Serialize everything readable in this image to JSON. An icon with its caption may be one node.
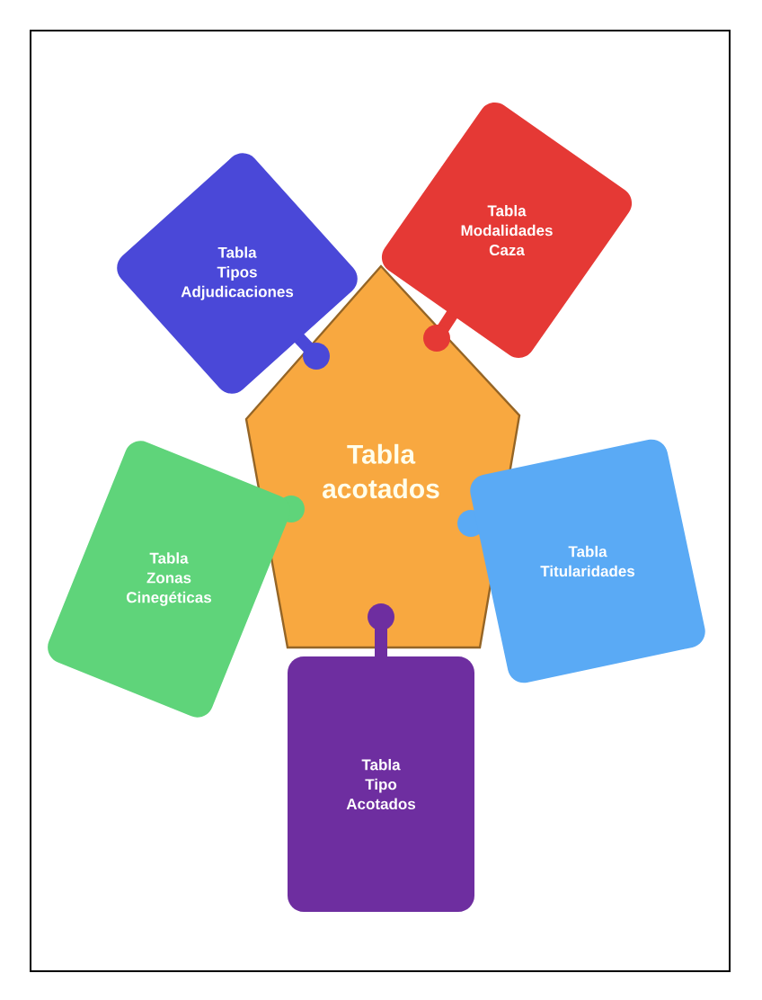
{
  "diagram": {
    "nodes": [
      {
        "text": [
          "Tabla Tipos Adjudicaciones"
        ]
      },
      {
        "text": [
          "Tabla Modalidades Caza"
        ]
      },
      {
        "text": [
          "Tabla acotados"
        ]
      },
      {
        "text": [
          "Tabla Zonas Cinegéticas"
        ]
      },
      {
        "text": [
          "Tabla Titularidades"
        ]
      },
      {
        "text": [
          "Tabla Tipo Acotados"
        ]
      }
    ]
  }
}
